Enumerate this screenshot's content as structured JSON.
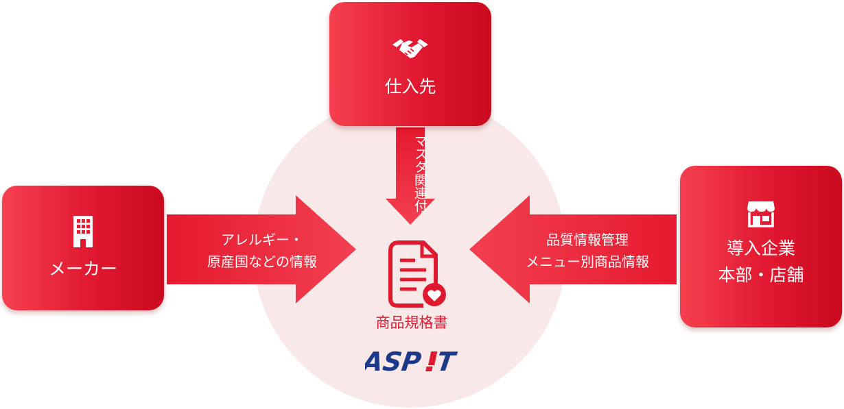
{
  "nodes": {
    "supplier": {
      "label": "仕入先",
      "icon": "handshake-icon"
    },
    "maker": {
      "label": "メーカー",
      "icon": "building-icon"
    },
    "company": {
      "label_line1": "導入企業",
      "label_line2": "本部・店舗",
      "icon": "store-icon"
    }
  },
  "arrows": {
    "left": {
      "line1": "アレルギー・",
      "line2": "原産国などの情報"
    },
    "right": {
      "line1": "品質情報管理",
      "line2": "メニュー別商品情報"
    },
    "top": {
      "label": "マスタ関連付"
    }
  },
  "center": {
    "document_label": "商品規格書",
    "document_icon": "document-heart-icon",
    "logo_text": "ASP!T"
  },
  "colors": {
    "primary_red": "#e0192f",
    "circle_bg": "#f8e8e8",
    "logo_blue": "#1d3a8a"
  }
}
